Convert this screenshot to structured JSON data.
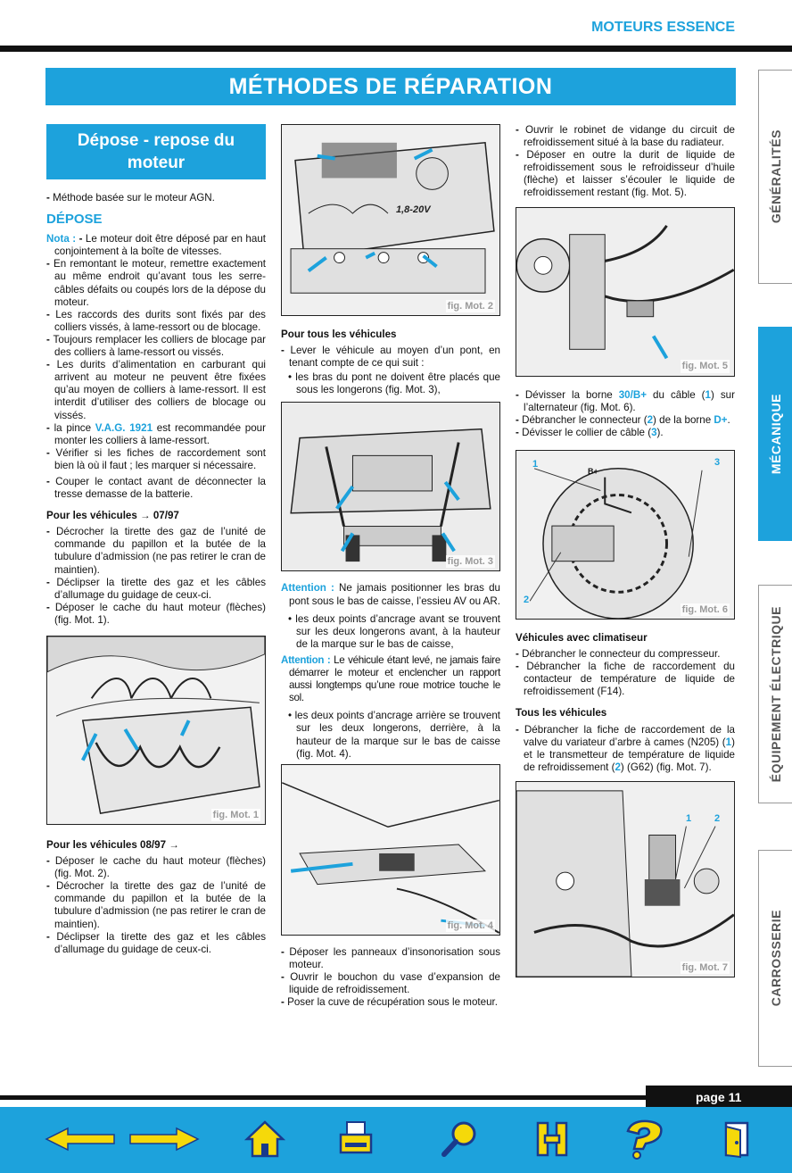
{
  "header": {
    "section": "MOTEURS ESSENCE",
    "main_title": "MÉTHODES DE RÉPARATION"
  },
  "tabs": [
    {
      "label": "GÉNÉRALITÉS",
      "active": false
    },
    {
      "label": "MÉCANIQUE",
      "active": true
    },
    {
      "label": "ÉQUIPEMENT ÉLECTRIQUE",
      "active": false
    },
    {
      "label": "CARROSSERIE",
      "active": false
    }
  ],
  "col1": {
    "section_title": "Dépose - repose du moteur",
    "intro": "Méthode basée sur le moteur AGN.",
    "depose_heading": "DÉPOSE",
    "nota_label": "Nota :",
    "nota_text": "Le moteur doit être déposé par en haut conjointement à la boîte de vitesses.",
    "items": [
      "En remontant le moteur, remettre exactement au même endroit qu’avant tous les serre-câbles défaits ou coupés lors de la dépose du moteur.",
      "Les raccords des durits sont fixés par des colliers vissés, à lame-ressort ou de blocage.",
      "Toujours remplacer les colliers de blocage par des colliers à lame-ressort ou vissés.",
      "Les durits d’alimentation en carburant qui arrivent au moteur ne peuvent être fixées qu’au moyen de colliers à lame-ressort. Il est interdit d’utiliser des colliers de blocage ou vissés."
    ],
    "pince_pre": "la pince ",
    "pince_ref": "V.A.G. 1921",
    "pince_post": " est recommandée pour monter les colliers à lame-ressort.",
    "items2": [
      "Vérifier si les fiches de raccordement sont bien là où il faut ; les marquer si nécessaire.",
      "Couper le contact avant de déconnecter la tresse demasse de la batterie."
    ],
    "head_0797": "Pour les véhicules → 07/97",
    "items_0797": [
      "Décrocher la tirette des gaz de l’unité de commande du papillon et la butée de la tubulure d’admission (ne pas retirer le cran de maintien).",
      "Déclipser la tirette des gaz et les câbles d’allumage du guidage de ceux-ci.",
      "Déposer le cache du haut moteur (flèches) (fig. Mot. 1)."
    ],
    "fig1": "fig. Mot. 1",
    "head_0897": "Pour les véhicules 08/97 →",
    "items_0897": [
      "Déposer le cache du haut moteur (flèches) (fig. Mot. 2).",
      "Décrocher la tirette des gaz de l’unité de commande du papillon et la butée de la tubulure d’admission (ne pas retirer le cran de maintien).",
      "Déclipser la tirette des gaz et les câbles d’allumage du guidage de ceux-ci."
    ]
  },
  "col2": {
    "fig2": "fig. Mot. 2",
    "head_all": "Pour tous les véhicules",
    "lever": "Lever le véhicule au moyen d’un pont, en tenant compte de ce qui suit :",
    "lever_bullet": "les bras du pont ne doivent être placés que sous les longerons (fig. Mot. 3),",
    "fig3": "fig. Mot. 3",
    "att1_label": "Attention :",
    "att1_text": "Ne jamais positionner les bras du pont sous le bas de caisse, l’essieu AV ou AR.",
    "bullet_av": "les deux points d’ancrage avant se trouvent sur les deux longerons avant, à la hauteur de la marque sur le bas de caisse,",
    "att2_label": "Attention :",
    "att2_text": "Le véhicule étant levé, ne jamais faire démarrer le moteur et enclencher un rapport aussi longtemps qu’une roue motrice touche le sol.",
    "bullet_ar": "les deux points d’ancrage arrière se trouvent sur les deux longerons, derrière, à la hauteur de la marque sur le bas de caisse (fig. Mot. 4).",
    "fig4": "fig. Mot. 4",
    "items": [
      "Déposer les panneaux d’insonorisation sous moteur.",
      "Ouvrir le bouchon du vase d’expansion de liquide de refroidissement.",
      "Poser la cuve de récupération sous le moteur."
    ]
  },
  "col3": {
    "items": [
      "Ouvrir le robinet de vidange du circuit de refroidissement situé à la base du radiateur.",
      "Déposer en outre la durit de liquide de refroidissement sous le refroidisseur d’huile (flèche) et laisser s’écouler le liquide de refroidissement restant (fig. Mot. 5)."
    ],
    "fig5": "fig. Mot. 5",
    "b1_pre": "Dévisser la borne ",
    "b1_ref": "30/B+",
    "b1_mid": " du câble (",
    "b1_num": "1",
    "b1_post": ") sur l’alternateur (fig. Mot. 6).",
    "b2_pre": "Débrancher le connecteur (",
    "b2_num": "2",
    "b2_mid": ") de la borne ",
    "b2_ref": "D+",
    "b2_post": ".",
    "b3_pre": "Dévisser le collier de câble (",
    "b3_num": "3",
    "b3_post": ").",
    "fig6": "fig. Mot. 6",
    "fig6_n1": "1",
    "fig6_n2": "2",
    "fig6_n3": "3",
    "fig6_bplus": "B+",
    "head_clim": "Véhicules avec climatiseur",
    "items_clim": [
      "Débrancher le connecteur du compresseur.",
      "Débrancher la fiche de raccordement du contacteur de température de liquide de refroidissement (F14)."
    ],
    "head_all": "Tous les véhicules",
    "last_pre": "Débrancher la fiche de raccordement de la valve du variateur d’arbre à cames (N205) (",
    "last_n1": "1",
    "last_mid": ") et le transmetteur de température de liquide de refroidissement (",
    "last_n2": "2",
    "last_post": ") (G62) (fig. Mot. 7).",
    "fig7": "fig. Mot. 7",
    "fig7_n1": "1",
    "fig7_n2": "2"
  },
  "fig2_badge": "1,8-20V",
  "footer": {
    "page": "page 11"
  },
  "colors": {
    "accent": "#1da2dc",
    "dark": "#111111",
    "nav_yellow": "#f5d90a",
    "nav_blue": "#1a3a8c"
  },
  "icons": [
    "arrow-left-icon",
    "arrow-right-icon",
    "home-icon",
    "print-icon",
    "search-icon",
    "index-icon",
    "help-icon",
    "exit-icon"
  ]
}
